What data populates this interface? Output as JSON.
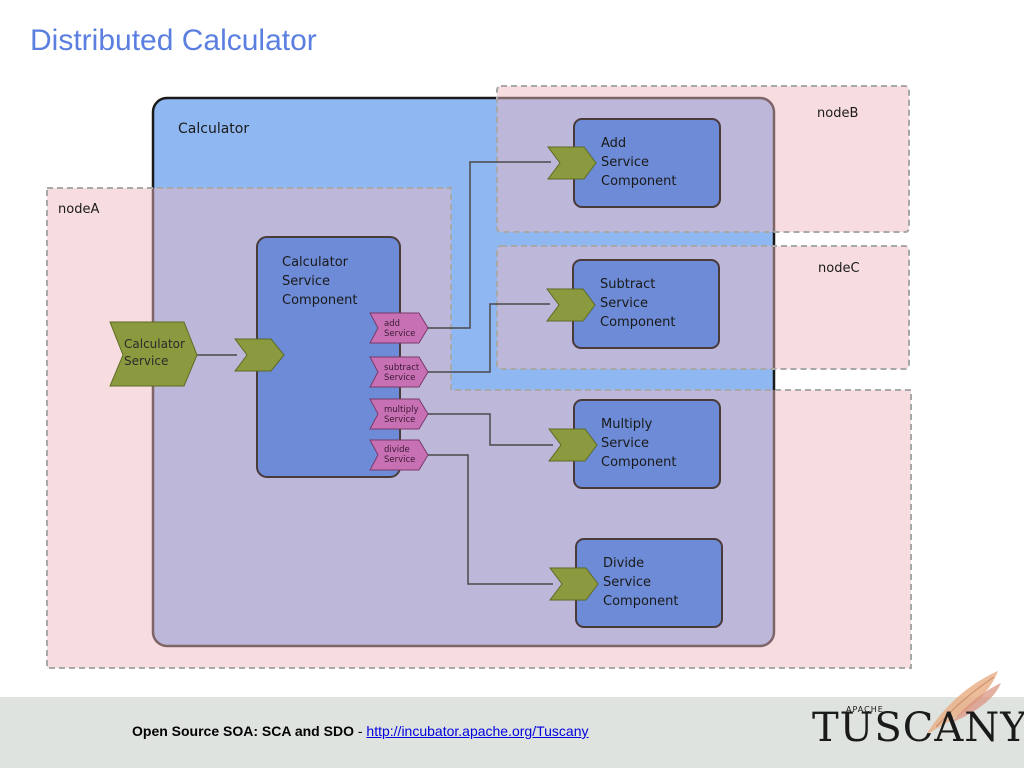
{
  "slide": {
    "title": "Distributed Calculator"
  },
  "diagram": {
    "composite_label": "Calculator",
    "nodes": {
      "nodeA": "nodeA",
      "nodeB": "nodeB",
      "nodeC": "nodeC"
    },
    "composite_service": [
      "Calculator",
      "Service"
    ],
    "calc_component": [
      "Calculator",
      "Service",
      "Component"
    ],
    "references": [
      [
        "add",
        "Service"
      ],
      [
        "subtract",
        "Service"
      ],
      [
        "multiply",
        "Service"
      ],
      [
        "divide",
        "Service"
      ]
    ],
    "components": [
      [
        "Add",
        "Service",
        "Component"
      ],
      [
        "Subtract",
        "Service",
        "Component"
      ],
      [
        "Multiply",
        "Service",
        "Component"
      ],
      [
        "Divide",
        "Service",
        "Component"
      ]
    ],
    "colors": {
      "composite": "#8fb7f2",
      "node_zone": "#f2c9cc",
      "component": "#6d8bd6",
      "service_chevron": "#8b9a3e",
      "reference_chevron": "#c870b4"
    }
  },
  "footer": {
    "text": "Open Source SOA: SCA and SDO",
    "separator": "-",
    "link": "http://incubator.apache.org/Tuscany"
  },
  "logo": {
    "apache": "APACHE",
    "name": "TUSCANY"
  }
}
